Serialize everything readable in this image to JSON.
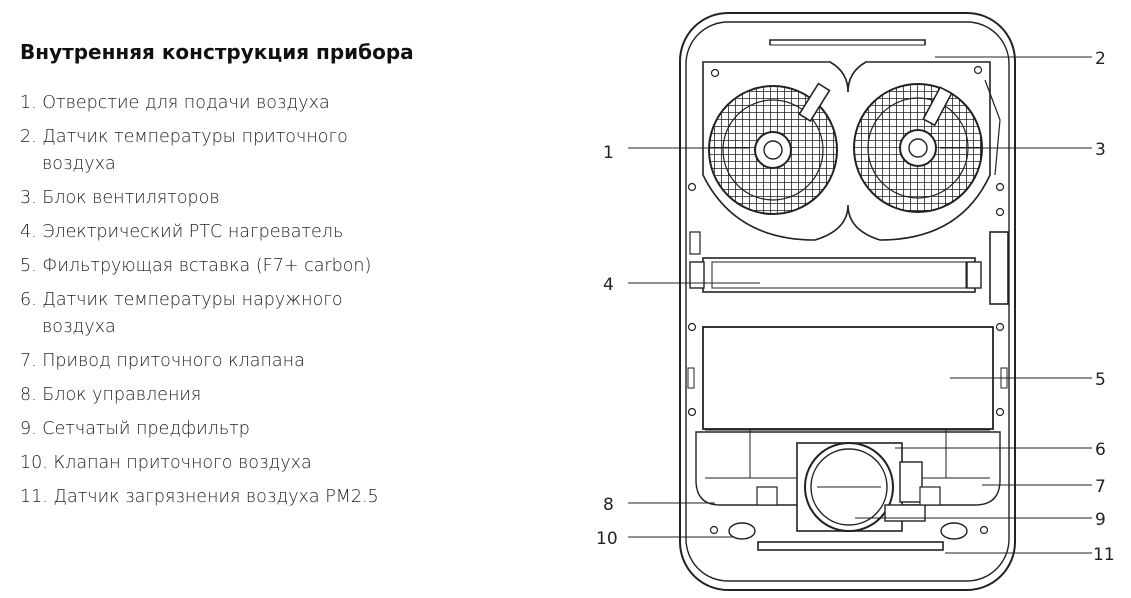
{
  "title": "Внутренняя конструкция прибора",
  "legend": [
    {
      "line1": "1. Отверстие для подачи воздуха",
      "line2": ""
    },
    {
      "line1": "2. Датчик температуры приточного",
      "line2": "воздуха"
    },
    {
      "line1": "3. Блок вентиляторов",
      "line2": ""
    },
    {
      "line1": "4. Электрический РТС нагреватель",
      "line2": ""
    },
    {
      "line1": "5. Фильтрующая вставка (F7+ carbon)",
      "line2": ""
    },
    {
      "line1": "6. Датчик температуры наружного",
      "line2": "воздуха"
    },
    {
      "line1": "7. Привод приточного клапана",
      "line2": ""
    },
    {
      "line1": "8. Блок управления",
      "line2": ""
    },
    {
      "line1": "9. Сетчатый предфильтр",
      "line2": ""
    },
    {
      "line1": "10. Клапан приточного воздуха",
      "line2": ""
    },
    {
      "line1": "11. Датчик загрязнения воздуха PM2.5",
      "line2": ""
    }
  ],
  "callouts": {
    "n1": "1",
    "n2": "2",
    "n3": "3",
    "n4": "4",
    "n5": "5",
    "n6": "6",
    "n7": "7",
    "n8": "8",
    "n9": "9",
    "n10": "10",
    "n11": "11"
  },
  "colors": {
    "line": "#222222",
    "background": "#ffffff"
  }
}
